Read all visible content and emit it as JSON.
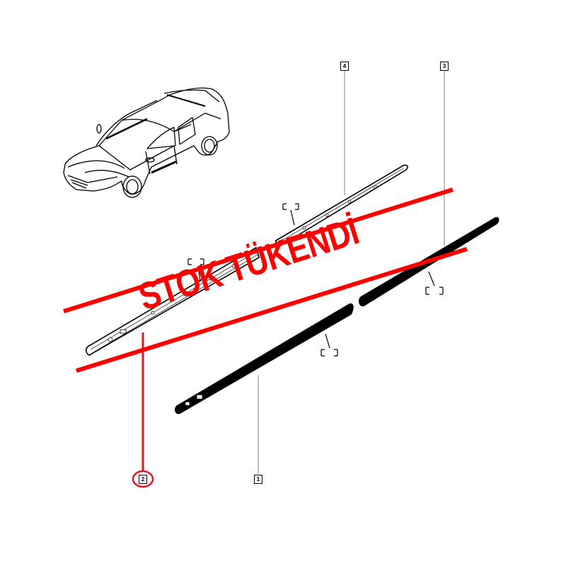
{
  "diagram": {
    "type": "parts-exploded-view",
    "subject": "car side sill trims / door protection mouldings",
    "callouts": [
      {
        "id": "callout-1",
        "label": "1"
      },
      {
        "id": "callout-2",
        "label": "2",
        "highlighted": true
      },
      {
        "id": "callout-3",
        "label": "3"
      },
      {
        "id": "callout-4",
        "label": "4"
      }
    ],
    "overlay": {
      "stamp_text": "STOK TÜKENDİ",
      "color": "#ff0000"
    },
    "colors": {
      "line": "#000000",
      "leader": "#808080",
      "highlight": "#e8141e"
    }
  }
}
